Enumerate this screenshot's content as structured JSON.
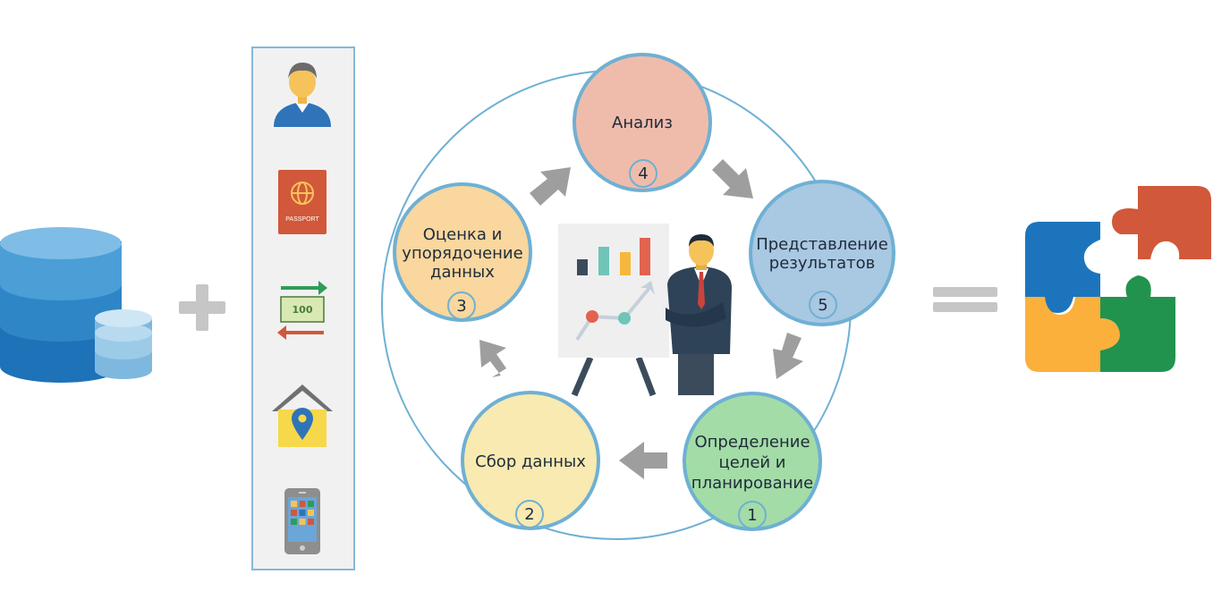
{
  "equation": {
    "plus": "+",
    "equals": "="
  },
  "sources": [
    "person-icon",
    "passport-icon",
    "money-transfer-icon",
    "home-location-icon",
    "smartphone-icon"
  ],
  "passport_label": "PASSPORT",
  "money_label": "100",
  "steps": [
    {
      "number": "1",
      "lines": [
        "Определение",
        "целей и",
        "планирование"
      ],
      "color": "#a3dca6"
    },
    {
      "number": "2",
      "lines": [
        "Сбор данных"
      ],
      "color": "#f8eab0"
    },
    {
      "number": "3",
      "lines": [
        "Оценка и",
        "упорядочение",
        "данных"
      ],
      "color": "#f9d79e"
    },
    {
      "number": "4",
      "lines": [
        "Анализ"
      ],
      "color": "#efbcab"
    },
    {
      "number": "5",
      "lines": [
        "Представление",
        "результатов"
      ],
      "color": "#a9c8e2"
    }
  ],
  "colors": {
    "ring": "#6fb0d4",
    "arrow": "#9e9e9e",
    "panel_border": "#86b8d8",
    "panel_bg": "#f1f1f1"
  }
}
